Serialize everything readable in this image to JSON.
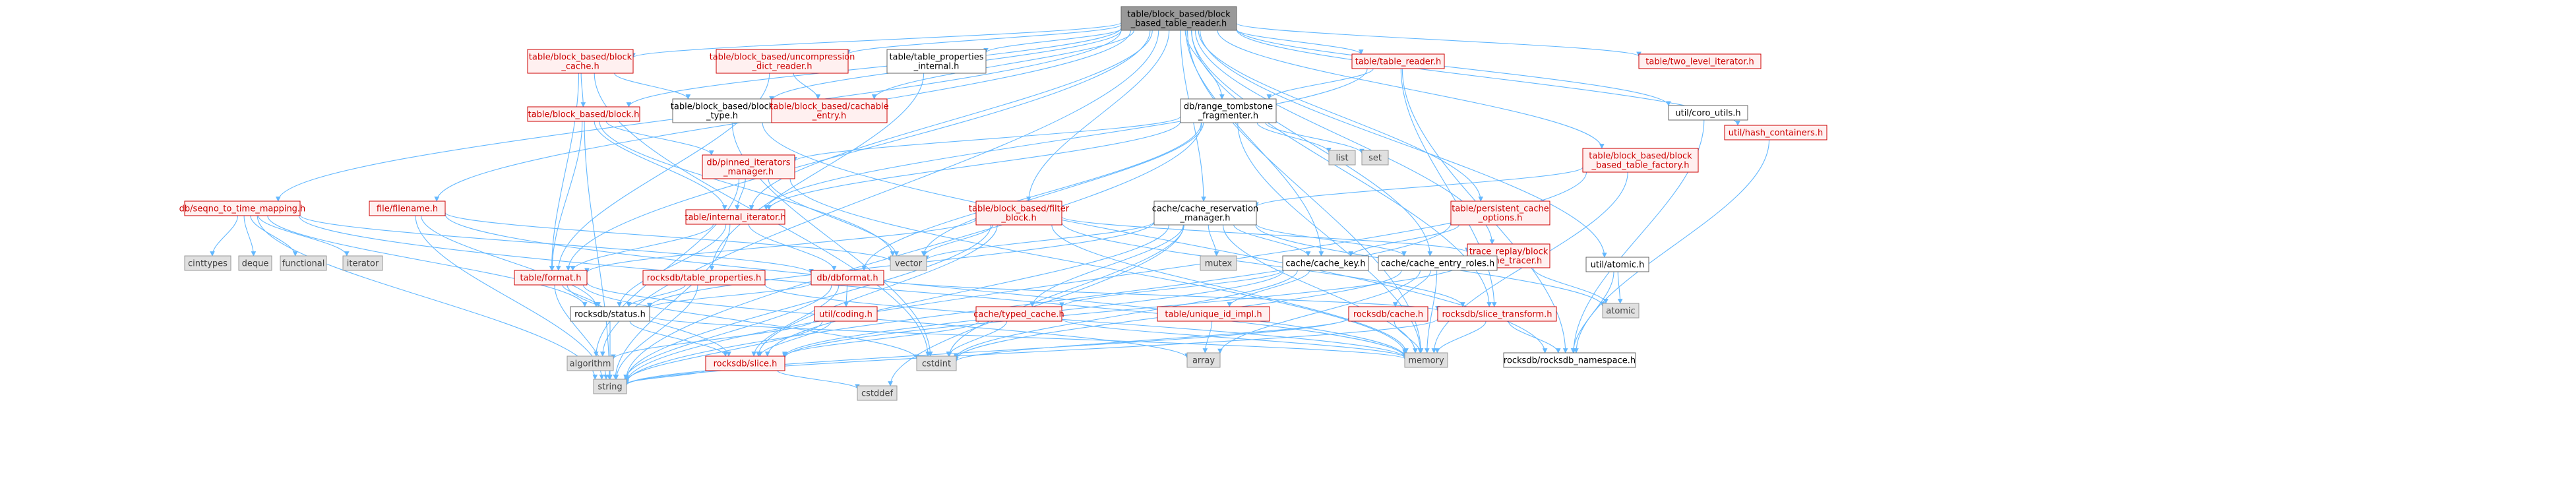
{
  "graph_title": "table/block_based/block_based_table_reader.h",
  "colors": {
    "edge": "#63b8ff",
    "link_text": "#cc0000",
    "root_fill": "#999999",
    "system_fill": "#e0e0e0"
  },
  "nodes": {
    "root": [
      "table/block_based/block",
      "_based_table_reader.h"
    ],
    "bb_block_cache": [
      "table/block_based/block",
      "_cache.h"
    ],
    "uncomp_dict": [
      "table/block_based/uncompression",
      "_dict_reader.h"
    ],
    "tbl_props_internal": [
      "table/table_properties",
      "_internal.h"
    ],
    "table_reader": [
      "table/table_reader.h"
    ],
    "two_level": [
      "table/two_level_iterator.h"
    ],
    "block_h": [
      "table/block_based/block.h"
    ],
    "block_type": [
      "table/block_based/block",
      "_type.h"
    ],
    "cachable_entry": [
      "table/block_based/cachable",
      "_entry.h"
    ],
    "range_tomb": [
      "db/range_tombstone",
      "_fragmenter.h"
    ],
    "coro_utils": [
      "util/coro_utils.h"
    ],
    "hash_containers": [
      "util/hash_containers.h"
    ],
    "bbt_factory": [
      "table/block_based/block",
      "_based_table_factory.h"
    ],
    "pinned_iter": [
      "db/pinned_iterators",
      "_manager.h"
    ],
    "list": [
      "list"
    ],
    "set": [
      "set"
    ],
    "persistent_cache_opts": [
      "table/persistent_cache",
      "_options.h"
    ],
    "seqno_map": [
      "db/seqno_to_time_mapping.h"
    ],
    "filename": [
      "file/filename.h"
    ],
    "internal_iter": [
      "table/internal_iterator.h"
    ],
    "filter_block": [
      "table/block_based/filter",
      "_block.h"
    ],
    "cache_res_mgr": [
      "cache/cache_reservation",
      "_manager.h"
    ],
    "trace_replay": [
      "trace_replay/block",
      "_cache_tracer.h"
    ],
    "atomic_h": [
      "util/atomic.h"
    ],
    "cinttypes": [
      "cinttypes"
    ],
    "deque": [
      "deque"
    ],
    "functional": [
      "functional"
    ],
    "iterator": [
      "iterator"
    ],
    "vector": [
      "vector"
    ],
    "mutex": [
      "mutex"
    ],
    "cache_key": [
      "cache/cache_key.h"
    ],
    "cache_entry_roles": [
      "cache/cache_entry_roles.h"
    ],
    "atomic": [
      "atomic"
    ],
    "table_format": [
      "table/format.h"
    ],
    "rdb_table_props": [
      "rocksdb/table_properties.h"
    ],
    "dbformat": [
      "db/dbformat.h"
    ],
    "status": [
      "rocksdb/status.h"
    ],
    "coding": [
      "util/coding.h"
    ],
    "typed_cache": [
      "cache/typed_cache.h"
    ],
    "unique_id_impl": [
      "table/unique_id_impl.h"
    ],
    "rdb_cache": [
      "rocksdb/cache.h"
    ],
    "slice_transform": [
      "rocksdb/slice_transform.h"
    ],
    "array": [
      "array"
    ],
    "algorithm": [
      "algorithm"
    ],
    "slice": [
      "rocksdb/slice.h"
    ],
    "cstdint": [
      "cstdint"
    ],
    "memory": [
      "memory"
    ],
    "namespace": [
      "rocksdb/rocksdb_namespace.h"
    ],
    "string": [
      "string"
    ],
    "cstddef": [
      "cstddef"
    ]
  }
}
